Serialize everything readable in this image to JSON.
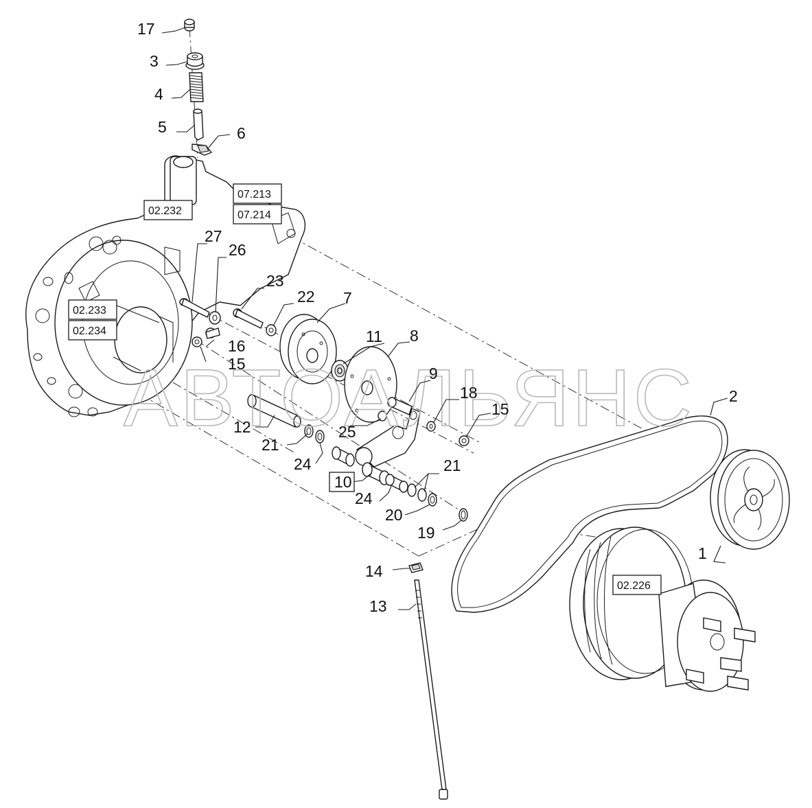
{
  "watermark": "АВТОАЛЬЯНС",
  "callouts": [
    {
      "id": "c1",
      "label": "1"
    },
    {
      "id": "c2",
      "label": "2"
    },
    {
      "id": "c3",
      "label": "3"
    },
    {
      "id": "c4",
      "label": "4"
    },
    {
      "id": "c5",
      "label": "5"
    },
    {
      "id": "c6",
      "label": "6"
    },
    {
      "id": "c7",
      "label": "7"
    },
    {
      "id": "c8",
      "label": "8"
    },
    {
      "id": "c9",
      "label": "9"
    },
    {
      "id": "c10",
      "label": "10"
    },
    {
      "id": "c11",
      "label": "11"
    },
    {
      "id": "c12",
      "label": "12"
    },
    {
      "id": "c13",
      "label": "13"
    },
    {
      "id": "c14",
      "label": "14"
    },
    {
      "id": "c15a",
      "label": "15"
    },
    {
      "id": "c15b",
      "label": "15"
    },
    {
      "id": "c16",
      "label": "16"
    },
    {
      "id": "c17",
      "label": "17"
    },
    {
      "id": "c18",
      "label": "18"
    },
    {
      "id": "c19",
      "label": "19"
    },
    {
      "id": "c20",
      "label": "20"
    },
    {
      "id": "c21a",
      "label": "21"
    },
    {
      "id": "c21b",
      "label": "21"
    },
    {
      "id": "c22",
      "label": "22"
    },
    {
      "id": "c23",
      "label": "23"
    },
    {
      "id": "c24a",
      "label": "24"
    },
    {
      "id": "c24b",
      "label": "24"
    },
    {
      "id": "c25",
      "label": "25"
    },
    {
      "id": "c26",
      "label": "26"
    },
    {
      "id": "c27",
      "label": "27"
    }
  ],
  "references": [
    {
      "id": "r1",
      "label": "02.232"
    },
    {
      "id": "r2",
      "label": "07.213"
    },
    {
      "id": "r3",
      "label": "07.214"
    },
    {
      "id": "r4",
      "label": "02.233"
    },
    {
      "id": "r5",
      "label": "02.234"
    },
    {
      "id": "r6",
      "label": "02.226"
    }
  ]
}
